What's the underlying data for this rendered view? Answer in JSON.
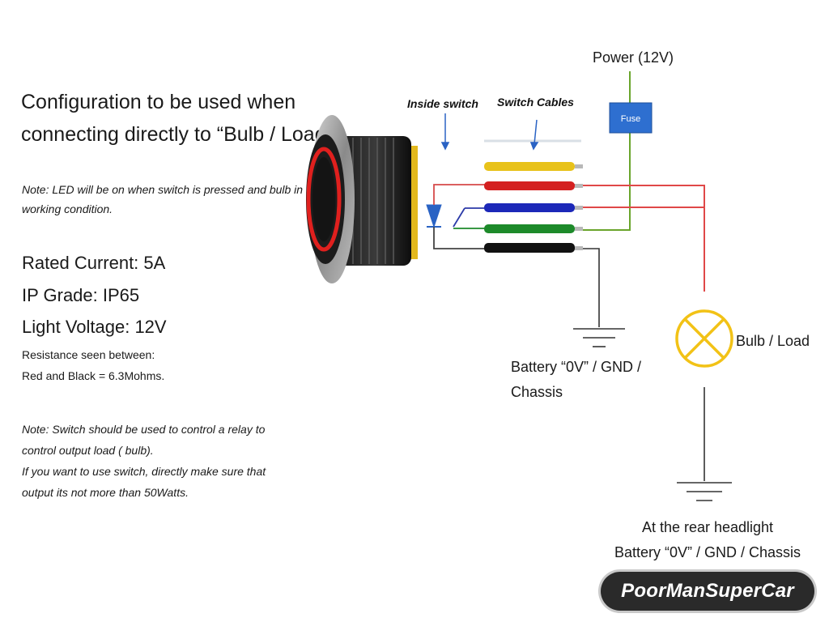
{
  "heading": {
    "line1": "Configuration to be used when",
    "line2": "connecting directly to “Bulb / Load”"
  },
  "note_top": {
    "line1": "Note: LED will be on when switch is pressed and bulb in",
    "line2": "working condition."
  },
  "specs": {
    "current": "Rated Current: 5A",
    "ip": "IP Grade: IP65",
    "light_voltage": "Light Voltage: 12V",
    "resistance_label": "Resistance seen between:",
    "resistance_value": "Red and Black = 6.3Mohms."
  },
  "note_bottom": {
    "line1": "Note: Switch should be used to control a relay to",
    "line2": "control output load ( bulb).",
    "line3": "If you want to use switch, directly make sure that",
    "line4": "output its not more than 50Watts."
  },
  "labels": {
    "inside_switch": "Inside switch",
    "switch_cables": "Switch Cables",
    "power": "Power  (12V)",
    "fuse": "Fuse",
    "bulb": "Bulb / Load",
    "gnd1_line1": "Battery “0V” / GND /",
    "gnd1_line2": "Chassis",
    "gnd2_line1": "At the rear headlight",
    "gnd2_line2": "Battery “0V” / GND / Chassis"
  },
  "cable_colors": {
    "yellow": "#e8c21a",
    "red": "#d42020",
    "blue": "#1c28b8",
    "green": "#1d8a2a",
    "black": "#111111"
  },
  "wire_colors": {
    "power": "#6aa52c",
    "red": "#e04848",
    "ground": "#333333",
    "blue_wire": "#2b3aa8"
  },
  "bulb_color": "#f2c216",
  "fuse_color": "#2e6fd0",
  "logo": "PoorManSuperCar"
}
